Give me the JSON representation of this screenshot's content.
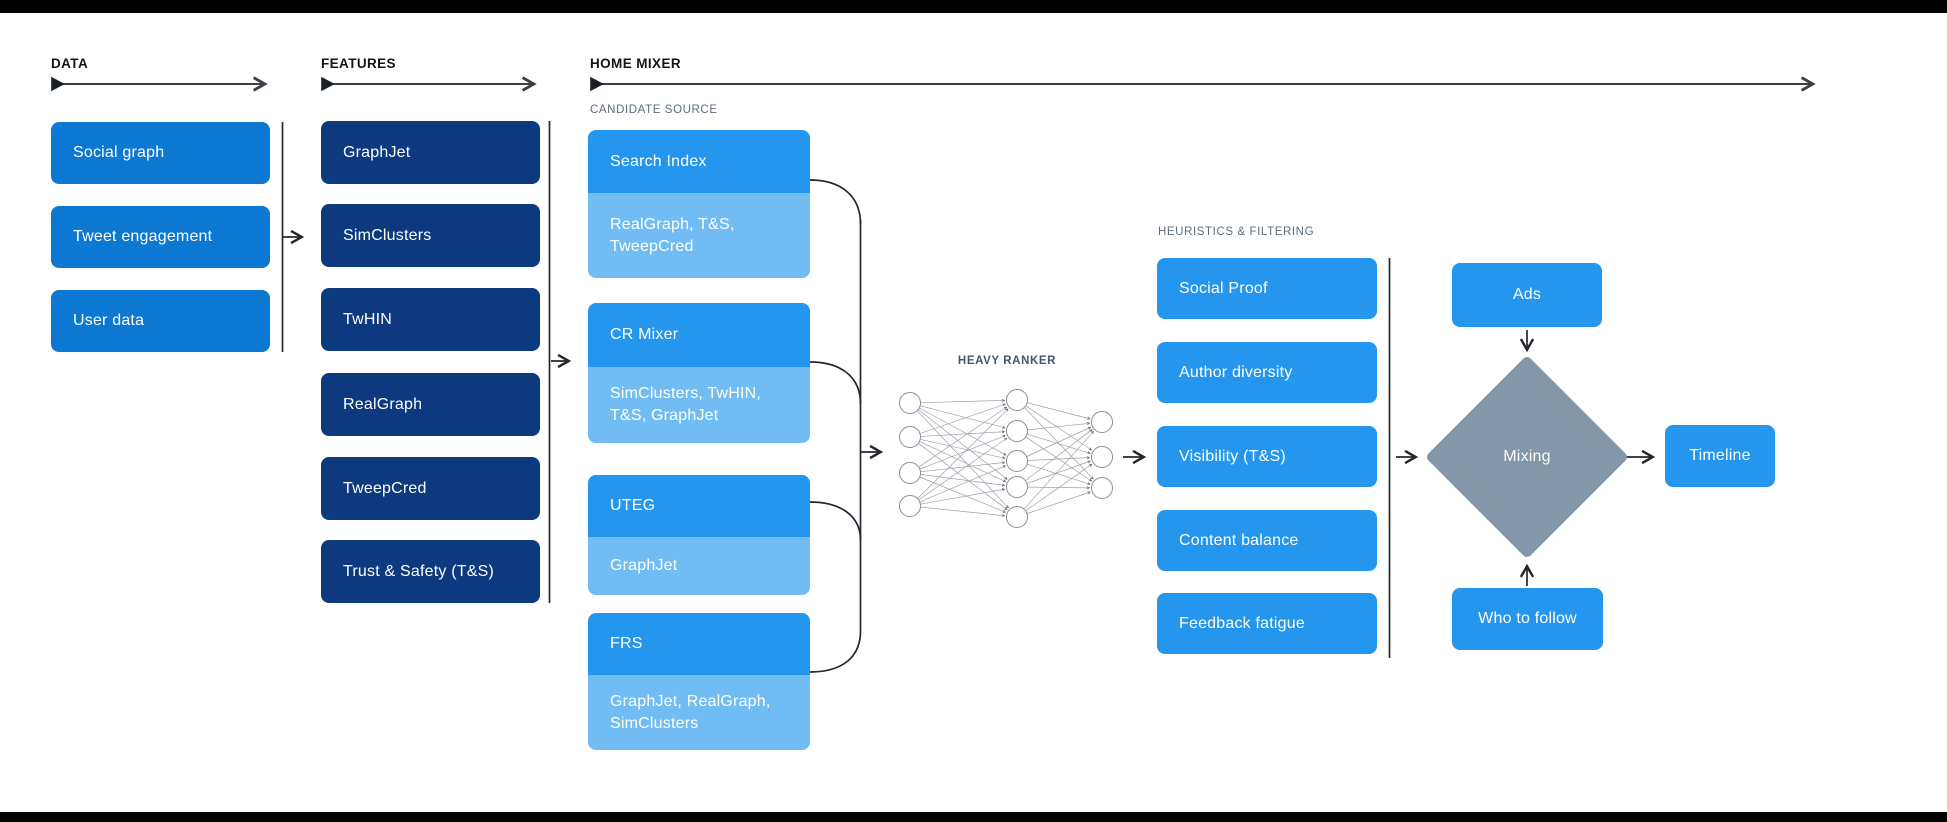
{
  "palette": {
    "data_box_blue": "#0d78d2",
    "feature_box_navy": "#0d3a7e",
    "mixer_box_blue": "#2496ee",
    "mixer_sub_blue": "#72bcf4",
    "diamond_gray": "#8297a9",
    "header_text": "#10161e",
    "sub_header_text": "#5c6e7e",
    "connector": "#23282e",
    "frame_bar": "#000000"
  },
  "sections": {
    "data": {
      "header": "DATA",
      "items": [
        "Social graph",
        "Tweet engagement",
        "User data"
      ]
    },
    "features": {
      "header": "FEATURES",
      "items": [
        "GraphJet",
        "SimClusters",
        "TwHIN",
        "RealGraph",
        "TweepCred",
        "Trust & Safety (T&S)"
      ]
    },
    "home_mixer": {
      "header": "HOME MIXER",
      "candidate_source_label": "CANDIDATE SOURCE",
      "candidate_sources": [
        {
          "name": "Search Index",
          "inputs": "RealGraph, T&S, TweepCred"
        },
        {
          "name": "CR Mixer",
          "inputs": "SimClusters, TwHIN, T&S, GraphJet"
        },
        {
          "name": "UTEG",
          "inputs": "GraphJet"
        },
        {
          "name": "FRS",
          "inputs": "GraphJet, RealGraph, SimClusters"
        }
      ],
      "heavy_ranker": {
        "label": "HEAVY RANKER",
        "network_layers": [
          4,
          5,
          3
        ]
      },
      "heuristics_label": "HEURISTICS & FILTERING",
      "heuristics": [
        "Social Proof",
        "Author diversity",
        "Visibility (T&S)",
        "Content balance",
        "Feedback fatigue"
      ],
      "mixing": {
        "ads": "Ads",
        "mixing_label": "Mixing",
        "who_to_follow": "Who to follow",
        "timeline": "Timeline"
      }
    }
  }
}
